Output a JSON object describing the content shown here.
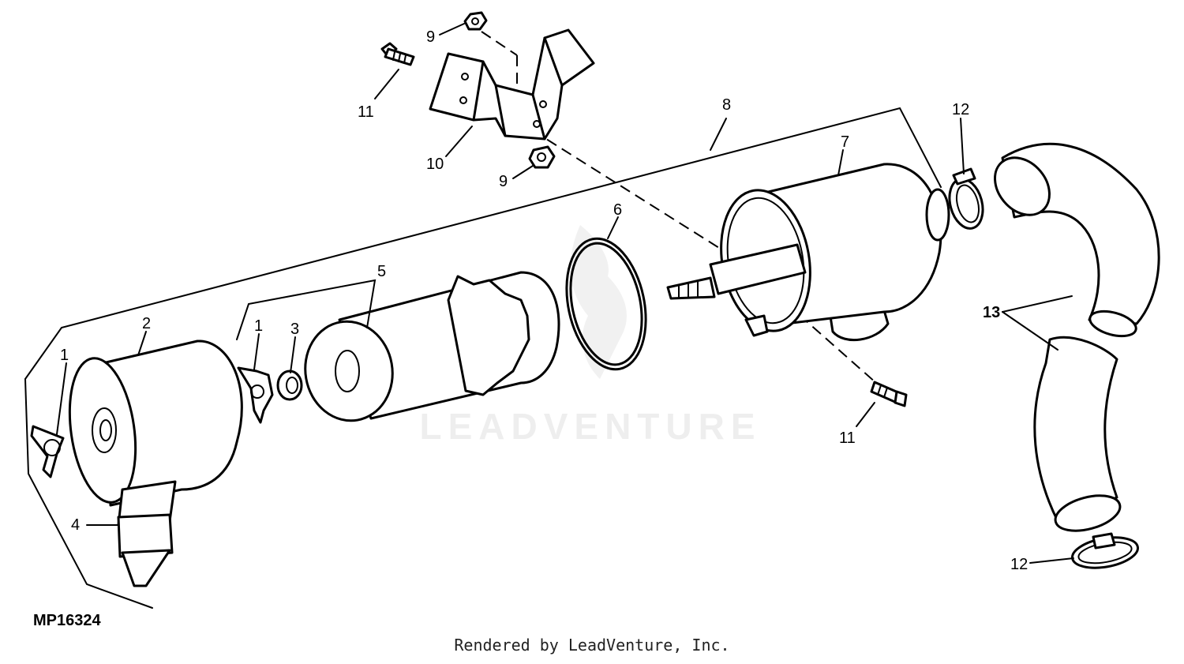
{
  "watermark": "LEADVENTURE",
  "diagram_code": "MP16324",
  "footer": "Rendered by LeadVenture, Inc.",
  "callouts": {
    "c1_left": "1",
    "c1_mid": "1",
    "c2": "2",
    "c3": "3",
    "c4": "4",
    "c5": "5",
    "c6": "6",
    "c7": "7",
    "c8": "8",
    "c9_top": "9",
    "c9_bottom": "9",
    "c10": "10",
    "c11_top": "11",
    "c11_bottom": "11",
    "c12_top": "12",
    "c12_bottom": "12",
    "c13": "13"
  }
}
